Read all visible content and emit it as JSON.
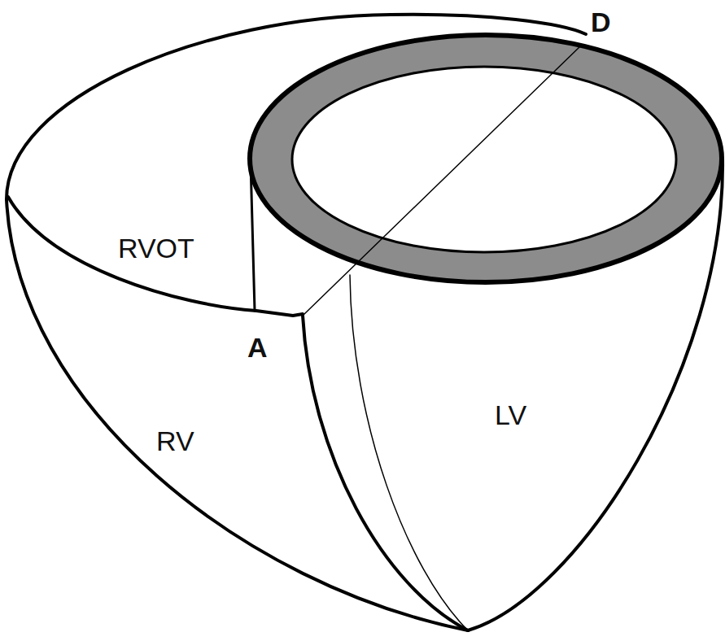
{
  "diagram": {
    "labels": [
      "D",
      "RVOT",
      "A",
      "RV",
      "LV"
    ]
  }
}
